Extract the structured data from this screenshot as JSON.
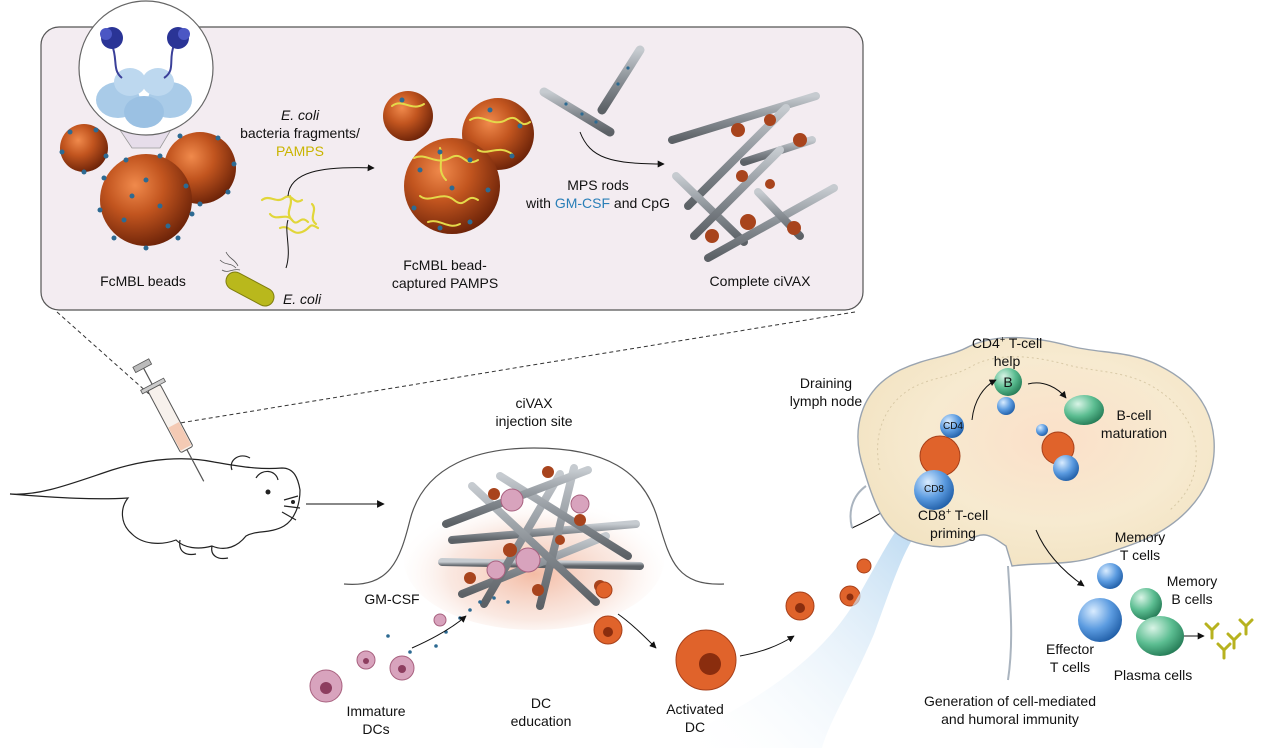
{
  "panel": {
    "fcmbl_beads": "FcMBL beads",
    "ecoli_fragments_italic": "E. coli",
    "ecoli_fragments_rest": "bacteria fragments/",
    "pamps": "PAMPS",
    "ecoli_label": "E. coli",
    "captured_line1": "FcMBL bead-",
    "captured_line2": "captured PAMPS",
    "mps_line1": "MPS rods",
    "mps_with": "with ",
    "mps_gmcsf": "GM-CSF",
    "mps_and": " and CpG",
    "complete": "Complete ciVAX"
  },
  "injection": {
    "line1": "ciVAX",
    "line2": "injection site",
    "gmcsf": "GM-CSF"
  },
  "stages": {
    "immature_line1": "Immature",
    "immature_line2": "DCs",
    "education_line1": "DC",
    "education_line2": "education",
    "activated_line1": "Activated",
    "activated_line2": "DC"
  },
  "lymph": {
    "draining_line1": "Draining",
    "draining_line2": "lymph node",
    "cd4_help_prefix": "CD4",
    "cd4_help_sup": "+",
    "cd4_help_suffix": " T-cell",
    "help": "help",
    "b_letter": "B",
    "cd4_tag": "CD4",
    "bcell_line1": "B-cell",
    "bcell_line2": "maturation",
    "cd8_tag": "CD8",
    "cd8_prefix": "CD8",
    "cd8_sup": "+",
    "cd8_suffix": " T-cell",
    "priming": "priming"
  },
  "outcome": {
    "memory_t_line1": "Memory",
    "memory_t_line2": "T cells",
    "memory_b_line1": "Memory",
    "memory_b_line2": "B cells",
    "effector_line1": "Effector",
    "effector_line2": "T cells",
    "plasma": "Plasma cells",
    "generation_line1": "Generation of cell-mediated",
    "generation_line2": "and humoral immunity"
  },
  "colors": {
    "panel_bg": "#f3ecf1",
    "bead": "#a8441d",
    "spike": "#2d6a92",
    "pamps_yellow": "#e8de3a",
    "rod": "#8e949a",
    "dc_orange": "#e0632b",
    "dc_pink": "#d8a3bd",
    "tcell_blue": "#4c8fd6",
    "bcell_green": "#4fae86",
    "lymph_fill": "#f6e7c8",
    "flow_blue": "#cfe4f5"
  }
}
